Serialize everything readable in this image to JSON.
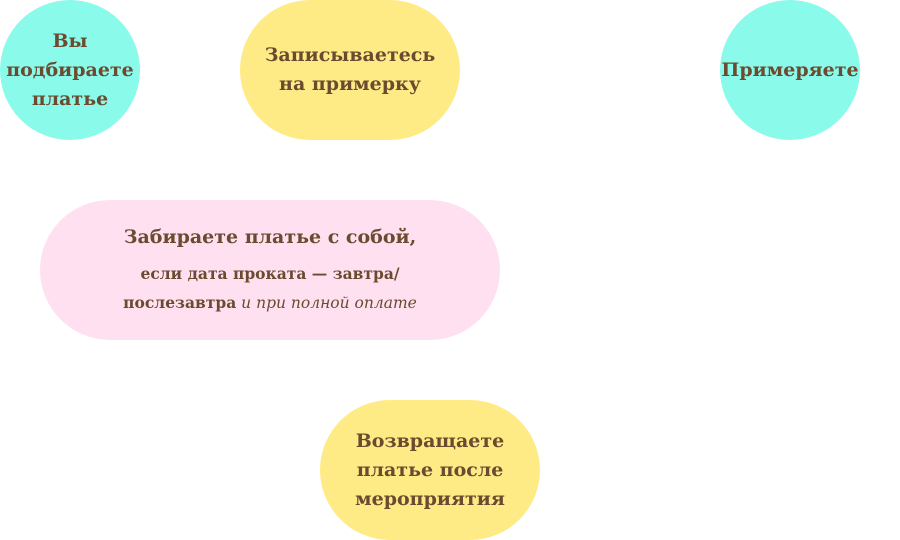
{
  "steps": [
    {
      "label": "Вы\nподбираете\nплатье"
    },
    {
      "label": "Записываетесь\nна примерку"
    },
    {
      "label": "Примеряете"
    },
    {
      "label": "Забираете платье с собой,",
      "note_line1": "если дата проката — завтра/",
      "note_line2_bold": "послезавтра",
      "note_line2_italic": " и при полной оплате"
    },
    {
      "label": "Возвращаете\nплатье после\nмероприятия"
    }
  ],
  "colors": {
    "turquoise": "#8afaeb",
    "yellow": "#ffeb86",
    "pink": "#ffe0f0",
    "text": "#6b4a2f"
  }
}
